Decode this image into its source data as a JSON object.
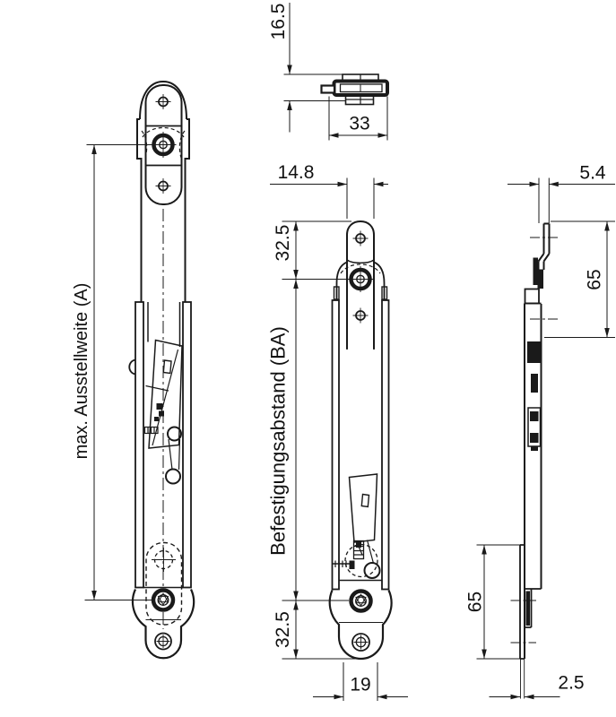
{
  "drawing": {
    "type": "technical-drawing",
    "background": "#ffffff",
    "line_color": "#1a1a1a",
    "views": {
      "cross_section_top": {
        "height": "16.5",
        "width": "33"
      },
      "front_extended": {
        "span_label": "max. Ausstellweite (A)"
      },
      "front_compact": {
        "strip_width": "14.8",
        "top_hole_offset": "32.5",
        "span_label": "Befestigungsabstand (BA)",
        "bottom_hole_offset": "32.5",
        "plate_width": "19"
      },
      "side_profile": {
        "depth": "5.4",
        "upper_span": "65",
        "lower_span": "65",
        "thickness": "2.5"
      }
    }
  }
}
